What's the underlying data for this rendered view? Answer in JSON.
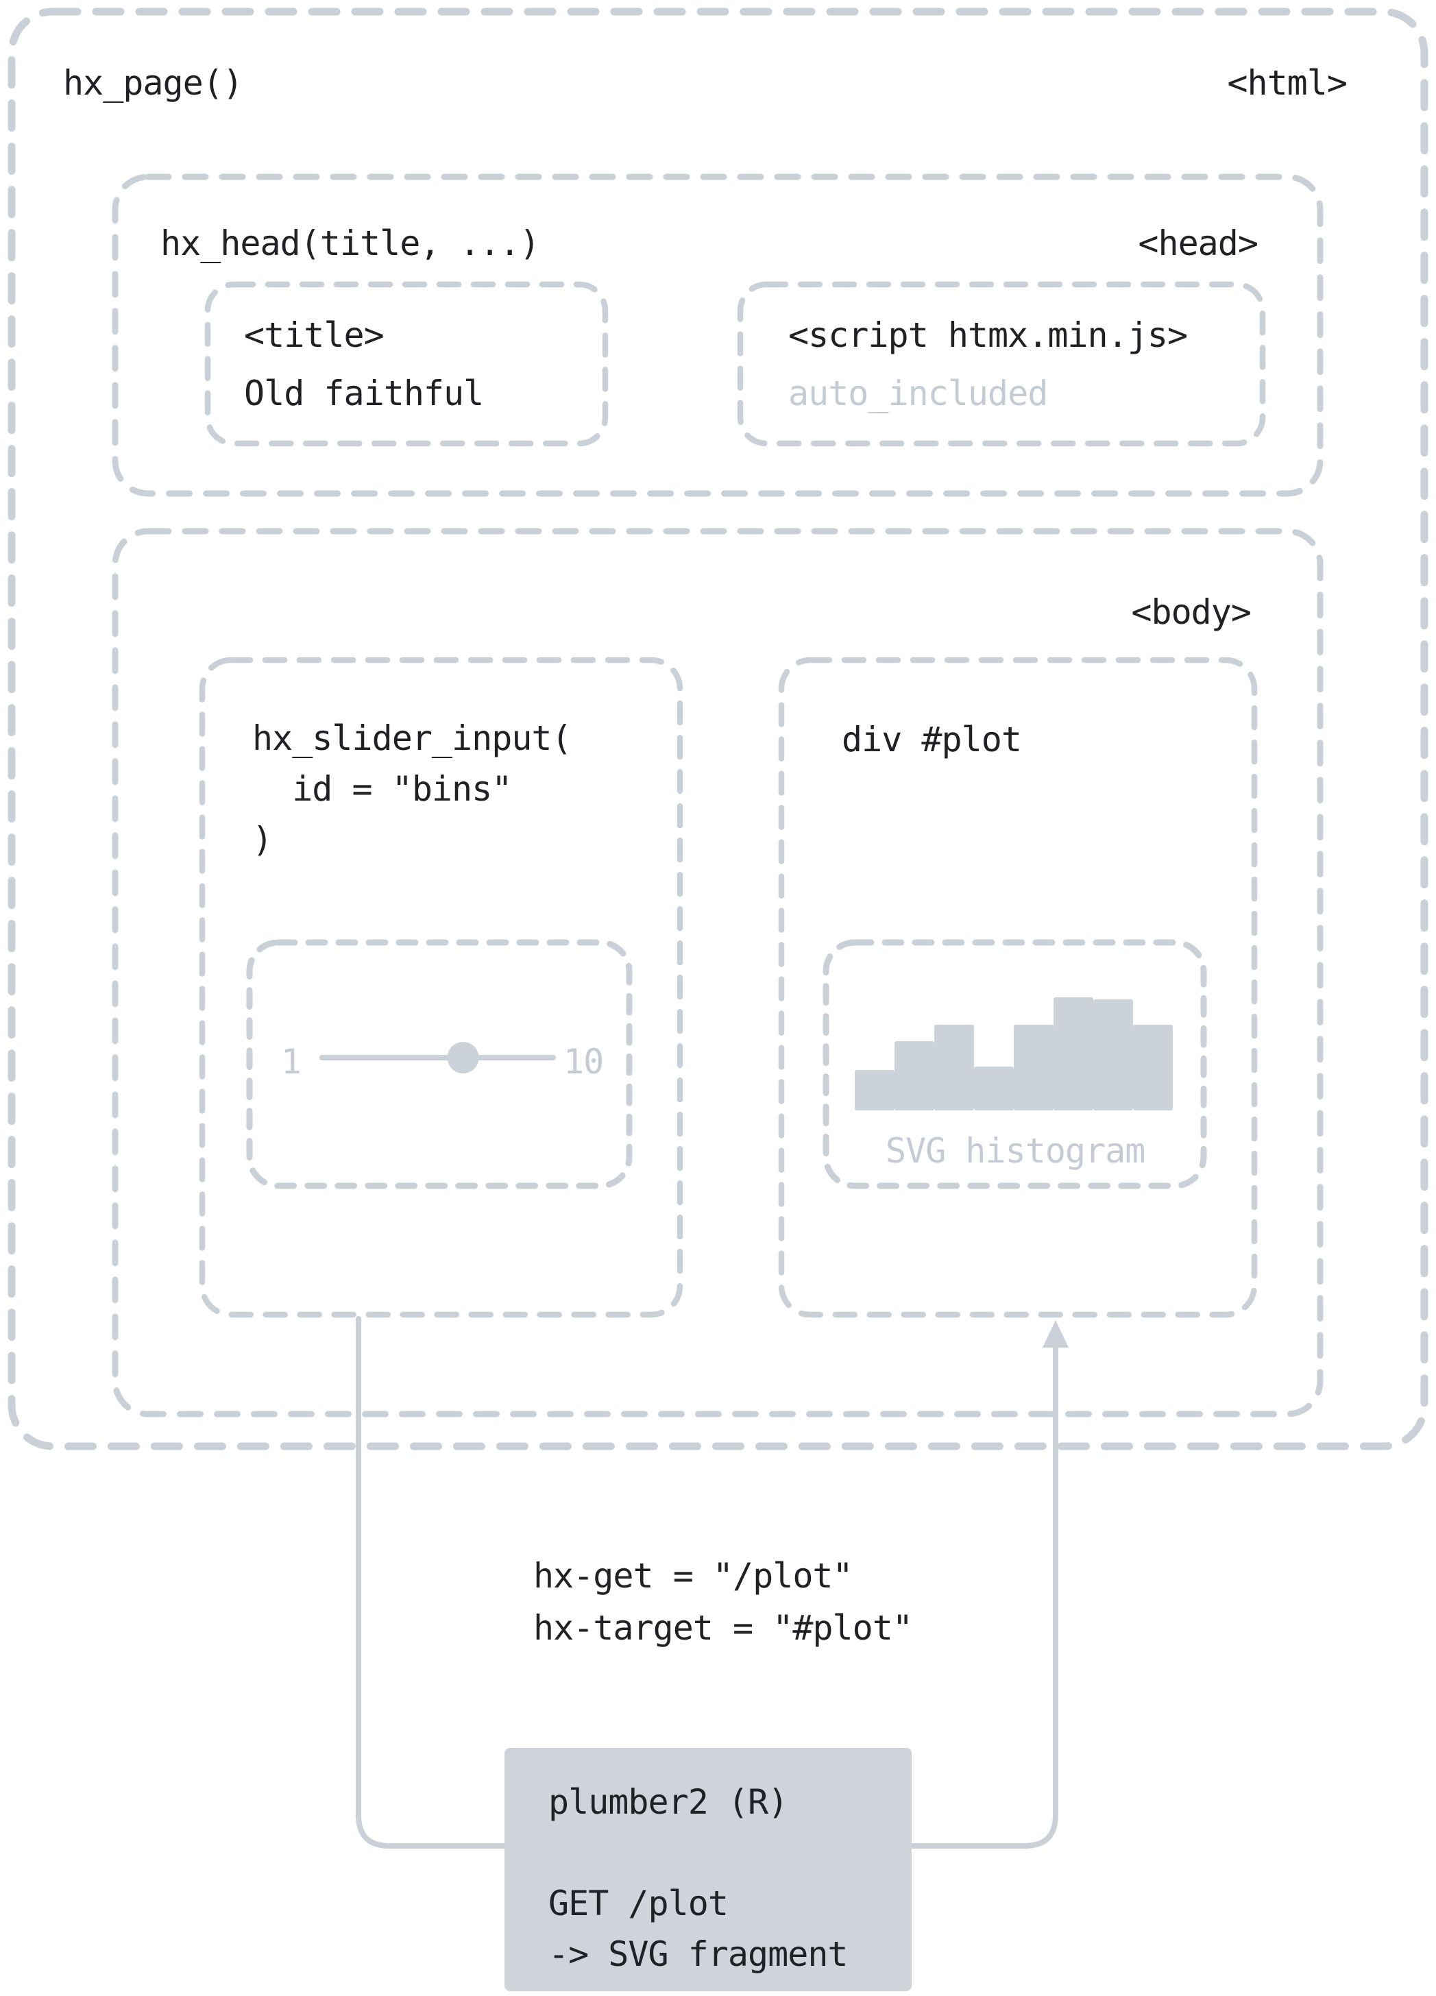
{
  "diagram": {
    "page_fn": "hx_page()",
    "html_tag": "<html>",
    "head": {
      "fn": "hx_head(title, ...)",
      "tag": "<head>",
      "title_box": {
        "tag": "<title>",
        "value": "Old faithful"
      },
      "script_box": {
        "tag": "<script htmx.min.js>",
        "note": "auto_included"
      }
    },
    "body": {
      "tag": "<body>",
      "slider_fn": {
        "line1": "hx_slider_input(",
        "line2": "  id = \"bins\"",
        "line3": ")"
      },
      "slider_widget": {
        "min_label": "1",
        "max_label": "10",
        "value_fraction": 0.61
      },
      "plot_div": {
        "label": "div #plot"
      },
      "plot_placeholder": {
        "caption": "SVG histogram",
        "bars_pct": [
          36,
          61,
          76,
          39,
          76,
          100,
          98,
          76
        ]
      }
    },
    "request_attrs": {
      "line1": "hx-get = \"/plot\"",
      "line2": "hx-target = \"#plot\""
    },
    "server_box": {
      "title": "plumber2 (R)",
      "line1": "GET /plot",
      "line2": "-> SVG fragment"
    },
    "colors": {
      "ink": "#202124",
      "line_gray": "#cad0d8",
      "widget_fill": "#ccd2d9",
      "muted_text": "#c5cbd4",
      "server_fill": "#d0d4da"
    }
  }
}
